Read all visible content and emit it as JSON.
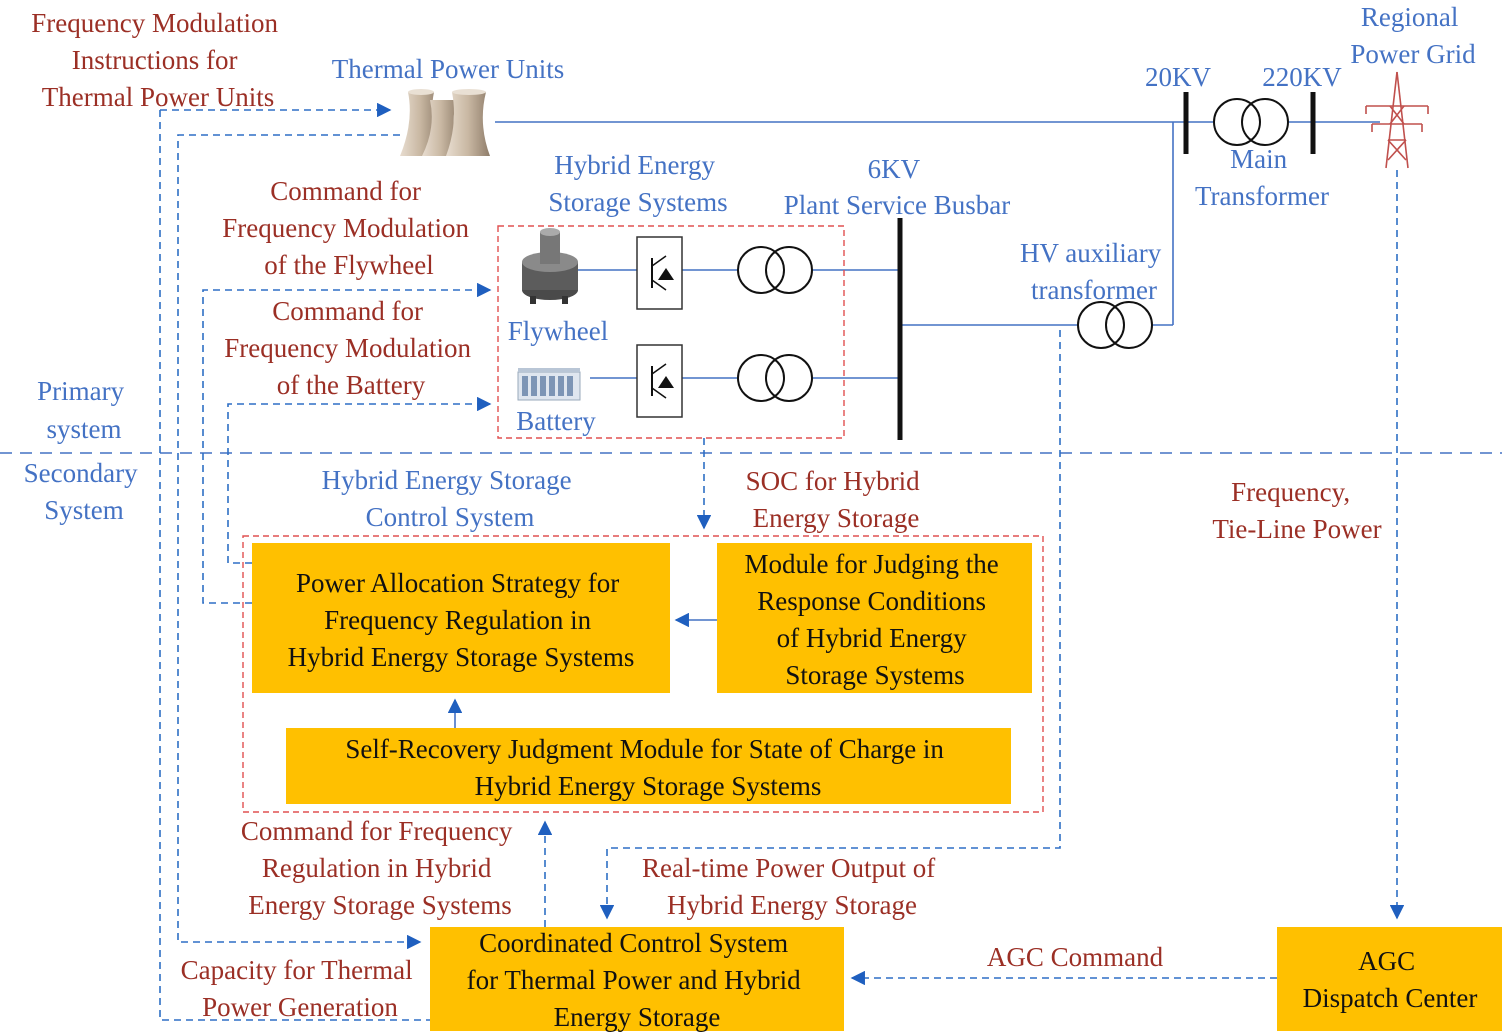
{
  "labels": {
    "fm_instr": [
      "Frequency Modulation",
      "Instructions for",
      "Thermal Power Units"
    ],
    "thermal_units": "Thermal Power Units",
    "v20": "20KV",
    "v220": "220KV",
    "regional_grid": [
      "Regional",
      "Power Grid"
    ],
    "main_transformer": [
      "Main",
      "Transformer"
    ],
    "hess": [
      "Hybrid Energy",
      "Storage Systems"
    ],
    "plant_busbar": [
      "6KV",
      "Plant Service Busbar"
    ],
    "cmd_flywheel": [
      "Command for",
      "Frequency Modulation",
      "of the Flywheel"
    ],
    "cmd_battery": [
      "Command for",
      "Frequency Modulation",
      "of the Battery"
    ],
    "flywheel": "Flywheel",
    "battery": "Battery",
    "hv_aux": [
      "HV auxiliary",
      "transformer"
    ],
    "primary": [
      "Primary",
      "system"
    ],
    "secondary": [
      "Secondary",
      "System"
    ],
    "hess_control": [
      "Hybrid Energy Storage",
      "Control System"
    ],
    "soc": [
      "SOC for Hybrid",
      "Energy Storage"
    ],
    "freq_tie": [
      "Frequency,",
      "Tie-Line Power"
    ],
    "cmd_hess": [
      "Command for Frequency",
      "Regulation in Hybrid",
      "Energy Storage Systems"
    ],
    "realtime": [
      "Real-time Power Output of",
      "Hybrid Energy Storage"
    ],
    "agc_command": "AGC Command",
    "capacity": [
      "Capacity for Thermal",
      "Power Generation"
    ]
  },
  "boxes": {
    "power_alloc": [
      "Power Allocation Strategy for",
      "Frequency Regulation in",
      "Hybrid Energy Storage Systems"
    ],
    "judging": [
      "Module for Judging the",
      "Response Conditions",
      "of Hybrid Energy",
      "Storage Systems"
    ],
    "self_recovery": [
      "Self-Recovery Judgment Module for State of Charge in",
      "Hybrid Energy Storage Systems"
    ],
    "coordinated": [
      "Coordinated Control System",
      "for Thermal Power and Hybrid",
      "Energy Storage"
    ],
    "agc_center": [
      "AGC",
      "Dispatch Center"
    ]
  },
  "colors": {
    "box_fill": "#ffc000",
    "red_text": "#9b2f25",
    "blue_text": "#4472c4",
    "dashed_line": "#2e6fc5",
    "red_dashed_border": "#e05050"
  }
}
